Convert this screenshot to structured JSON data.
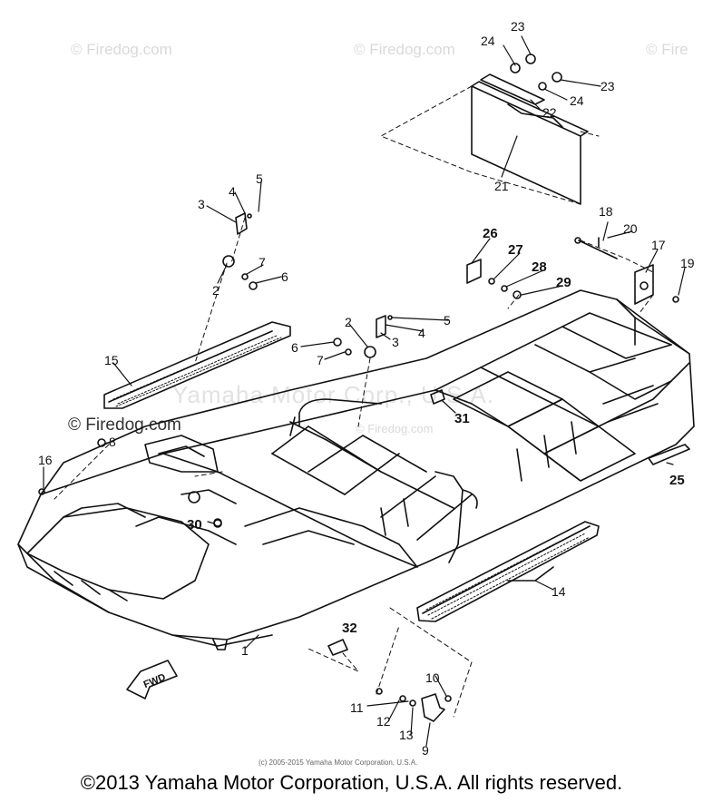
{
  "watermarks": {
    "top_left": "© Firedog.com",
    "top_mid": "© Firedog.com",
    "top_right": "© Fire",
    "center": "Yamaha Motor Corp., U.S.A.",
    "left": "© Firedog.com",
    "center_small": "© Firedog.com"
  },
  "fwd_label": "FWD",
  "fine_print": "(c) 2005-2015 Yamaha Motor Corporation, U.S.A.",
  "copyright": "©2013 Yamaha Motor Corporation, U.S.A. All rights reserved.",
  "callouts": [
    {
      "id": "c23a",
      "text": "23",
      "bold": false
    },
    {
      "id": "c24a",
      "text": "24",
      "bold": false
    },
    {
      "id": "c23b",
      "text": "23",
      "bold": false
    },
    {
      "id": "c24b",
      "text": "24",
      "bold": false
    },
    {
      "id": "c22",
      "text": "22",
      "bold": false
    },
    {
      "id": "c21",
      "text": "21",
      "bold": false
    },
    {
      "id": "c18",
      "text": "18",
      "bold": false
    },
    {
      "id": "c20",
      "text": "20",
      "bold": false
    },
    {
      "id": "c17",
      "text": "17",
      "bold": false
    },
    {
      "id": "c19",
      "text": "19",
      "bold": false
    },
    {
      "id": "c26",
      "text": "26",
      "bold": true
    },
    {
      "id": "c27",
      "text": "27",
      "bold": true
    },
    {
      "id": "c28",
      "text": "28",
      "bold": true
    },
    {
      "id": "c29",
      "text": "29",
      "bold": true
    },
    {
      "id": "c3a",
      "text": "3",
      "bold": false
    },
    {
      "id": "c4a",
      "text": "4",
      "bold": false
    },
    {
      "id": "c5a",
      "text": "5",
      "bold": false
    },
    {
      "id": "c7a",
      "text": "7",
      "bold": false
    },
    {
      "id": "c6a",
      "text": "6",
      "bold": false
    },
    {
      "id": "c2a",
      "text": "2",
      "bold": false
    },
    {
      "id": "c2b",
      "text": "2",
      "bold": false
    },
    {
      "id": "c5b",
      "text": "5",
      "bold": false
    },
    {
      "id": "c4b",
      "text": "4",
      "bold": false
    },
    {
      "id": "c3b",
      "text": "3",
      "bold": false
    },
    {
      "id": "c6b",
      "text": "6",
      "bold": false
    },
    {
      "id": "c7b",
      "text": "7",
      "bold": false
    },
    {
      "id": "c15",
      "text": "15",
      "bold": false
    },
    {
      "id": "c31",
      "text": "31",
      "bold": true
    },
    {
      "id": "c8",
      "text": "8",
      "bold": false
    },
    {
      "id": "c16",
      "text": "16",
      "bold": false
    },
    {
      "id": "c25",
      "text": "25",
      "bold": true
    },
    {
      "id": "c30",
      "text": "30",
      "bold": true
    },
    {
      "id": "c14",
      "text": "14",
      "bold": false
    },
    {
      "id": "c32",
      "text": "32",
      "bold": true
    },
    {
      "id": "c1",
      "text": "1",
      "bold": false
    },
    {
      "id": "c10",
      "text": "10",
      "bold": false
    },
    {
      "id": "c11",
      "text": "11",
      "bold": false
    },
    {
      "id": "c12",
      "text": "12",
      "bold": false
    },
    {
      "id": "c13",
      "text": "13",
      "bold": false
    },
    {
      "id": "c9",
      "text": "9",
      "bold": false
    }
  ]
}
